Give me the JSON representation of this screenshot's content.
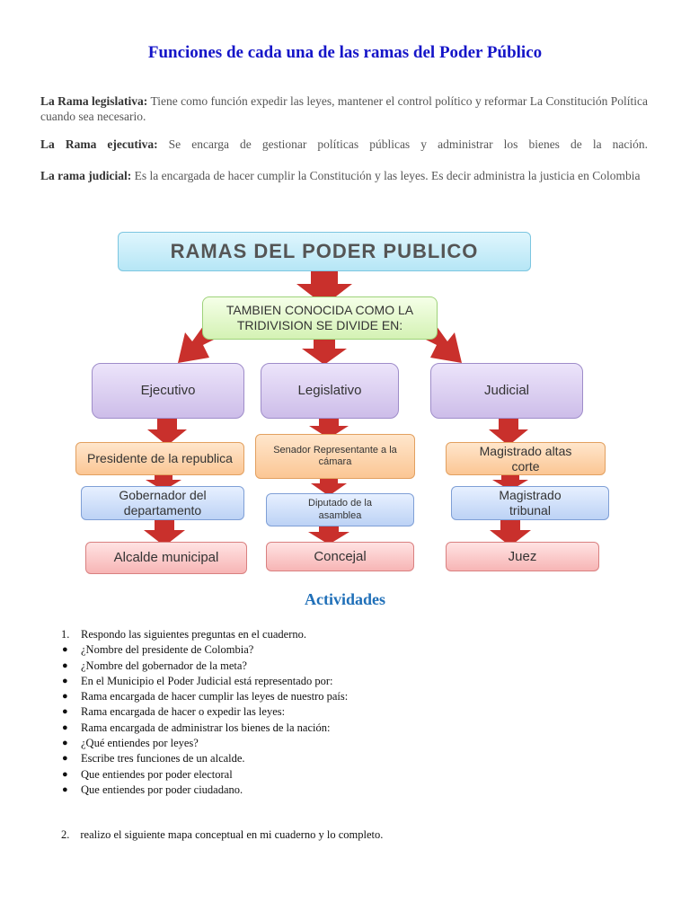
{
  "title": "Funciones de cada una de las ramas del Poder Público",
  "paragraphs": [
    {
      "label": "La Rama legislativa:",
      "text": " Tiene como función expedir las leyes, mantener el control político y reformar La Constitución Política cuando sea necesario."
    },
    {
      "label": "La Rama ejecutiva:",
      "text": " Se encarga de gestionar políticas públicas y administrar los bienes de la nación."
    },
    {
      "label": "La rama judicial:",
      "text": " Es la encargada de hacer cumplir la Constitución y las leyes. Es decir administra la justicia en Colombia"
    }
  ],
  "diagram": {
    "root": "RAMAS DEL PODER PUBLICO",
    "mid": "TAMBIEN CONOCIDA COMO LA TRIDIVISION SE DIVIDE EN:",
    "branches": [
      {
        "name": "Ejecutivo",
        "level1": "Presidente de la republica",
        "level2": "Gobernador del departamento",
        "level3": "Alcalde municipal"
      },
      {
        "name": "Legislativo",
        "level1": "Senador Representante a la cámara",
        "level2": "Diputado de la asamblea",
        "level3": "Concejal"
      },
      {
        "name": "Judicial",
        "level1": "Magistrado altas corte",
        "level2": "Magistrado tribunal",
        "level3": "Juez"
      }
    ],
    "arrow_color": "#c9302c"
  },
  "activities": {
    "heading": "Actividades",
    "item1_num": "1.",
    "item1": "Respondo las siguientes preguntas en el cuaderno.",
    "questions": [
      "¿Nombre del presidente de Colombia?",
      "¿Nombre del gobernador  de la meta?",
      "En el Municipio el Poder Judicial está representado por:",
      "Rama encargada de hacer cumplir las leyes de nuestro país:",
      "Rama encargada de hacer o expedir las leyes:",
      "Rama encargada de administrar los bienes de la nación:",
      "¿Qué entiendes por leyes?",
      "Escribe tres funciones de un alcalde.",
      "Que entiendes por poder electoral",
      "Que entiendes por poder ciudadano."
    ],
    "item2_num": "2.",
    "item2": "realizo el siguiente mapa conceptual en mi cuaderno y lo completo."
  }
}
